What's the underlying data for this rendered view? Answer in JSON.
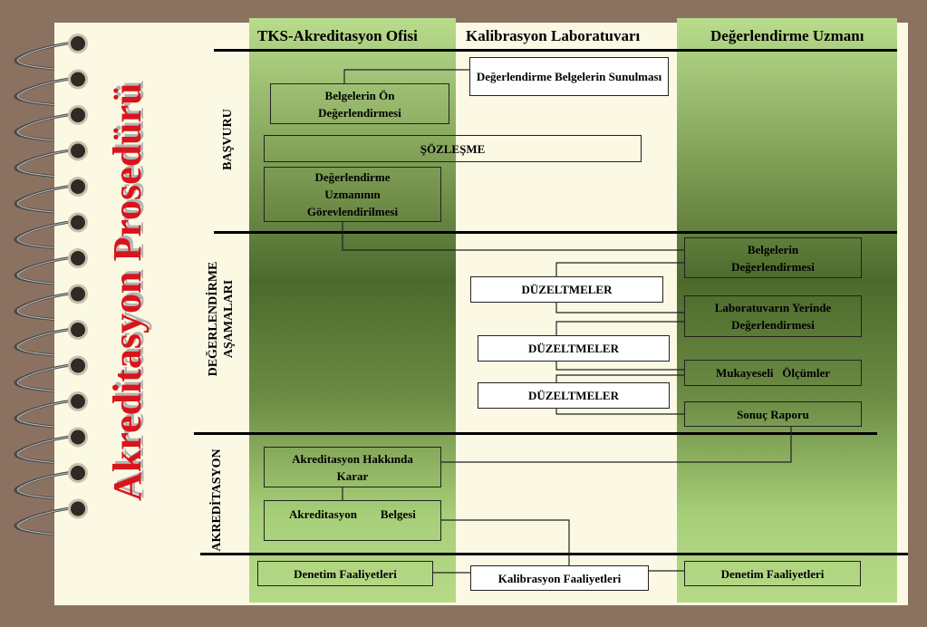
{
  "title": "Akreditasyon Prosedürü",
  "columns": [
    "TKS-Akreditasyon Ofisi",
    "Kalibrasyon Laboratuvarı",
    "Değerlendirme Uzmanı"
  ],
  "sections": {
    "basvuru": "BAŞVURU",
    "degerlendirme_1": "DEĞERLENDİRME",
    "degerlendirme_2": "AŞAMALARI",
    "akreditasyon": "AKREDİTASYON"
  },
  "boxes": {
    "sunulmasi": "Değerlendirme Belgelerin Sunulması",
    "on_deg": "Belgelerin Ön Değerlendirmesi",
    "sozlesme": "ŞÖZLEŞME",
    "gorev": "Değerlendirme Uzmanının Görevlendirilmesi",
    "belge_deg": "Belgelerin Değerlendirmesi",
    "duz1": "DÜZELTMELER",
    "yerinde": "Laboratuvarın Yerinde Değerlendirmesi",
    "duz2": "DÜZELTMELER",
    "mukayeseli": "Mukayeseli   Ölçümler",
    "duz3": "DÜZELTMELER",
    "sonuc": "Sonuç Raporu",
    "karar": "Akreditasyon Hakkında Karar",
    "belgesi": "Akreditasyon        Belgesi",
    "denetim1": "Denetim Faaliyetleri",
    "kalibrasyon": "Kalibrasyon Faaliyetleri",
    "denetim2": "Denetim Faaliyetleri"
  }
}
